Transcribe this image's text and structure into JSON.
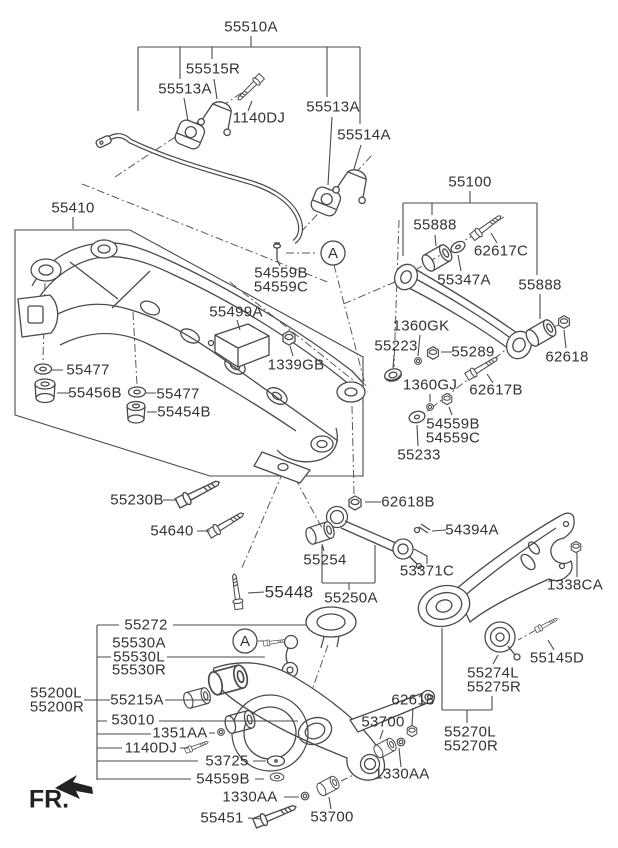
{
  "diagram": {
    "background": "#ffffff",
    "line_color": "#4a4a4a",
    "text_color": "#333333"
  },
  "fr_label": "FR.",
  "callout_marker": "A",
  "labels": [
    "55510A",
    "55515R",
    "55513A",
    "1140DJ",
    "55513A",
    "55514A",
    "55410",
    "54559B",
    "54559C",
    "55499A",
    "1339GB",
    "55477",
    "55456B",
    "55477",
    "55454B",
    "55100",
    "55888",
    "62617C",
    "55347A",
    "55888",
    "62618",
    "1360GK",
    "55223",
    "55289",
    "1360GJ",
    "62617B",
    "54559B",
    "54559C",
    "55233",
    "55230B",
    "54640",
    "55448",
    "62618B",
    "54394A",
    "55254",
    "53371C",
    "55250A",
    "1338CA",
    "55274L",
    "55275R",
    "55145D",
    "62618",
    "55270L",
    "55270R",
    "53700",
    "1330AA",
    "53700",
    "55272",
    "55530A",
    "55530L",
    "55530R",
    "55200L",
    "55200R",
    "55215A",
    "53010",
    "1351AA",
    "1140DJ",
    "53725",
    "54559B",
    "1330AA",
    "55451"
  ]
}
